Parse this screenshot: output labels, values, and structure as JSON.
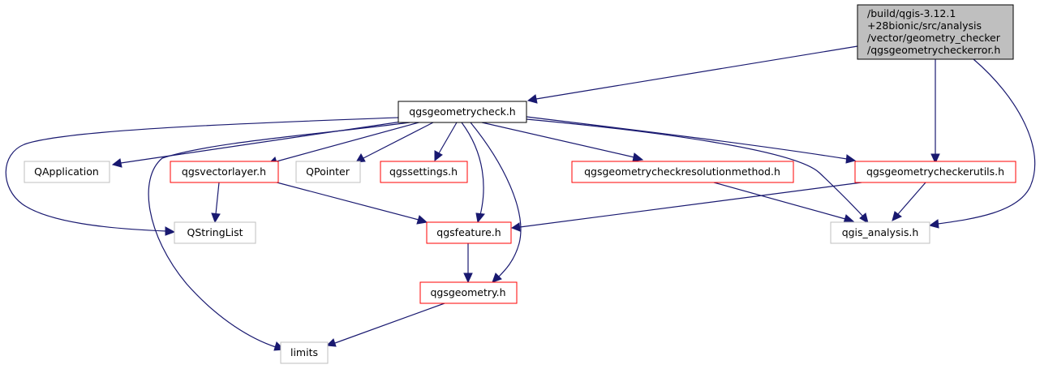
{
  "colors": {
    "edge": "#191970",
    "root_fill": "#bfbfbf",
    "root_border": "#000000",
    "documented_border": "#ff0000",
    "external_border": "#bfbfbf",
    "primary_border": "#000000"
  },
  "nodes": {
    "root": {
      "line1": "/build/qgis-3.12.1",
      "line2": "+28bionic/src/analysis",
      "line3": "/vector/geometry_checker",
      "line4": "/qgsgeometrycheckerror.h"
    },
    "geometrycheck": "qgsgeometrycheck.h",
    "qapplication": "QApplication",
    "vectorlayer": "qgsvectorlayer.h",
    "qpointer": "QPointer",
    "settings": "qgssettings.h",
    "resolutionmethod": "qgsgeometrycheckresolutionmethod.h",
    "checkerutils": "qgsgeometrycheckerutils.h",
    "qstringlist": "QStringList",
    "feature": "qgsfeature.h",
    "analysis": "qgis_analysis.h",
    "geometry": "qgsgeometry.h",
    "limits": "limits"
  }
}
